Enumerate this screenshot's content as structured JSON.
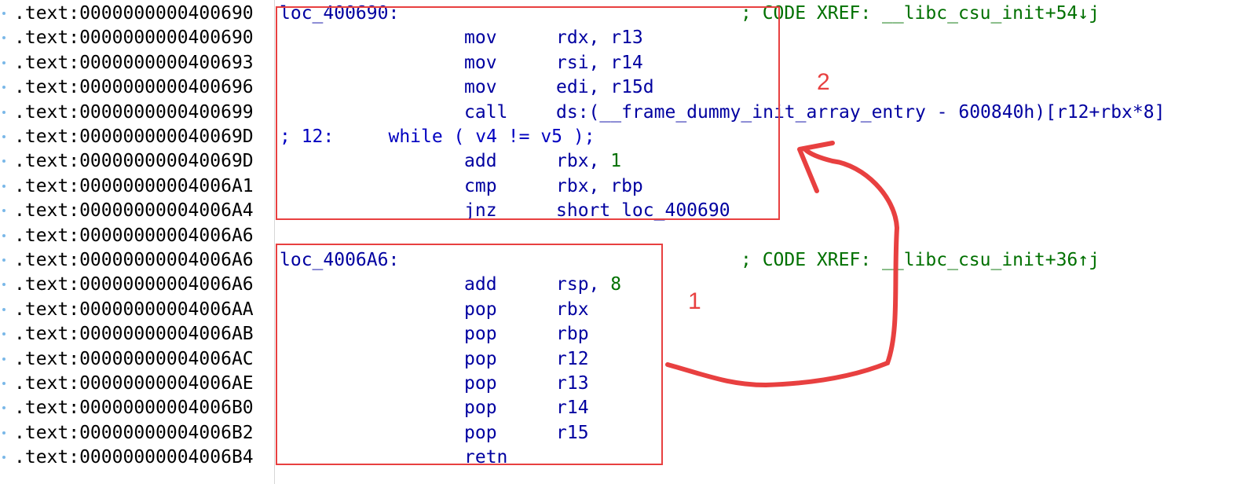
{
  "colors": {
    "address": "#000000",
    "instruction": "#0000a0",
    "number": "#007000",
    "comment": "#007000",
    "annotation": "#e84040",
    "gutter_dot": "#7ab8e8"
  },
  "rows": [
    {
      "addr": ".text:0000000000400690",
      "label": "loc_400690:",
      "comment": "; CODE XREF: __libc_csu_init+54↓j"
    },
    {
      "addr": ".text:0000000000400690",
      "mnem": "mov",
      "ops": "rdx, r13"
    },
    {
      "addr": ".text:0000000000400693",
      "mnem": "mov",
      "ops": "rsi, r14"
    },
    {
      "addr": ".text:0000000000400696",
      "mnem": "mov",
      "ops": "edi, r15d"
    },
    {
      "addr": ".text:0000000000400699",
      "mnem": "call",
      "ops": "ds:(__frame_dummy_init_array_entry - 600840h)[r12+rbx*8]"
    },
    {
      "addr": ".text:000000000040069D",
      "pseudo": "; 12:     while ( v4 != v5 );"
    },
    {
      "addr": ".text:000000000040069D",
      "mnem": "add",
      "ops": "rbx, ",
      "num": "1"
    },
    {
      "addr": ".text:00000000004006A1",
      "mnem": "cmp",
      "ops": "rbx, rbp"
    },
    {
      "addr": ".text:00000000004006A4",
      "mnem": "jnz",
      "ops": "short loc_400690"
    },
    {
      "addr": ".text:00000000004006A6"
    },
    {
      "addr": ".text:00000000004006A6",
      "label": "loc_4006A6:",
      "comment": "; CODE XREF: __libc_csu_init+36↑j"
    },
    {
      "addr": ".text:00000000004006A6",
      "mnem": "add",
      "ops": "rsp, ",
      "num": "8"
    },
    {
      "addr": ".text:00000000004006AA",
      "mnem": "pop",
      "ops": "rbx"
    },
    {
      "addr": ".text:00000000004006AB",
      "mnem": "pop",
      "ops": "rbp"
    },
    {
      "addr": ".text:00000000004006AC",
      "mnem": "pop",
      "ops": "r12"
    },
    {
      "addr": ".text:00000000004006AE",
      "mnem": "pop",
      "ops": "r13"
    },
    {
      "addr": ".text:00000000004006B0",
      "mnem": "pop",
      "ops": "r14"
    },
    {
      "addr": ".text:00000000004006B2",
      "mnem": "pop",
      "ops": "r15"
    },
    {
      "addr": ".text:00000000004006B4",
      "mnem": "retn"
    }
  ],
  "annotations": {
    "box1_label": "1",
    "box2_label": "2"
  }
}
